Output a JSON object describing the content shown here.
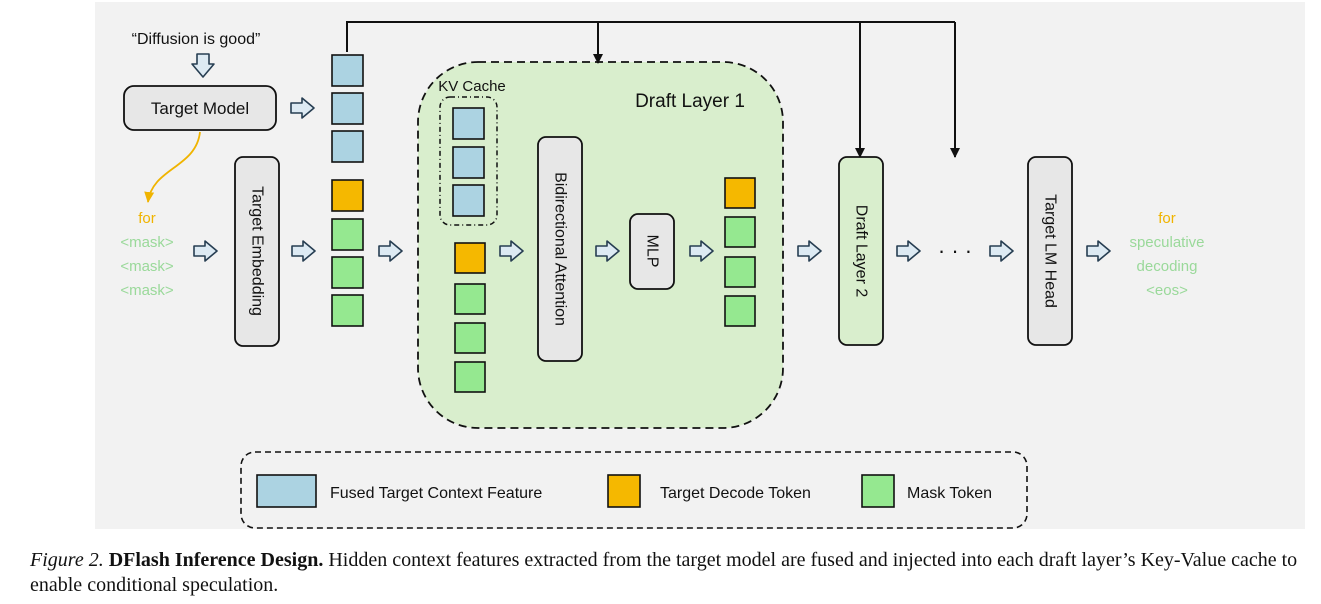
{
  "input": {
    "prompt": "“Diffusion is good”",
    "target_model": "Target Model",
    "tokens": [
      "for",
      "<mask>",
      "<mask>",
      "<mask>"
    ]
  },
  "blocks": {
    "target_embedding": "Target Embedding",
    "kv_cache": "KV Cache",
    "draft_layer_1": "Draft Layer 1",
    "bidirectional_attention": "Bidirectional Attention",
    "mlp": "MLP",
    "draft_layer_2": "Draft Layer 2",
    "ellipsis": "· · ·",
    "target_lm_head": "Target LM Head"
  },
  "output": {
    "tokens": [
      "for",
      "speculative",
      "decoding",
      "<eos>"
    ]
  },
  "legend": {
    "context": "Fused Target Context Feature",
    "decode": "Target Decode Token",
    "mask": "Mask Token"
  },
  "colors": {
    "background": "#f2f2f2",
    "context": "#acd3e2",
    "decode": "#f5b800",
    "mask": "#95e890",
    "draft_fill": "#d9eecd",
    "block_fill": "#e7e7e7",
    "output_text": "#9ad99a",
    "output_accent": "#f0b400",
    "arrow_fill": "#ddeaf3",
    "arrow_stroke": "#273e52"
  },
  "caption": {
    "label": "Figure 2.",
    "title": "DFlash Inference Design.",
    "text": "Hidden context features extracted from the target model are fused and injected into each draft layer’s Key-Value cache to enable conditional speculation."
  }
}
